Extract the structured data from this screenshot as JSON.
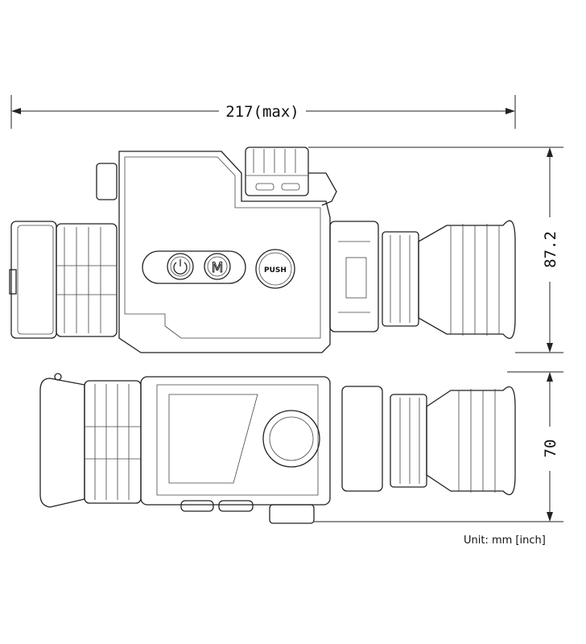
{
  "dimensions": {
    "length": "217(max)",
    "height": "87.2",
    "width": "70"
  },
  "buttons": {
    "power_icon": "power-icon",
    "menu_label": "M",
    "push_label": "PUSH"
  },
  "unit_label": "Unit: mm [inch]"
}
